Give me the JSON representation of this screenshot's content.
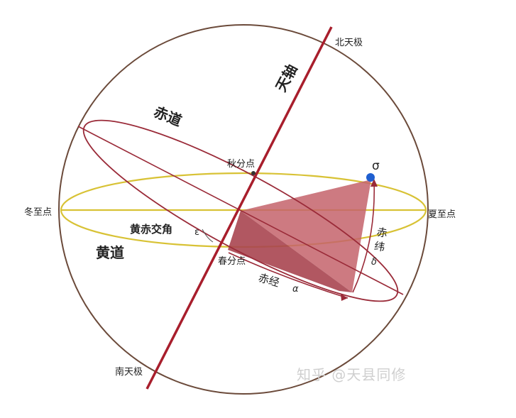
{
  "labels": {
    "north_pole": "北天极",
    "south_pole": "南天极",
    "celestial_axis": "天轴",
    "equator": "赤道",
    "ecliptic": "黄道",
    "autumnal_equinox": "秋分点",
    "vernal_equinox": "春分点",
    "winter_solstice": "冬至点",
    "summer_solstice": "夏至点",
    "obliquity": "黄赤交角",
    "obliquity_symbol": "ε",
    "right_ascension": "赤经",
    "right_ascension_symbol": "α",
    "declination": "赤纬",
    "declination_symbol": "δ",
    "star": "σ"
  },
  "watermark": "知乎 @天县同修",
  "colors": {
    "sphere": "#6b4a3a",
    "axis": "#a81e2c",
    "equator": "#9a2a38",
    "ecliptic": "#d8c235",
    "wedge": "#c4636b",
    "wedge_dark": "#a84550",
    "star": "#1f5fd0"
  }
}
